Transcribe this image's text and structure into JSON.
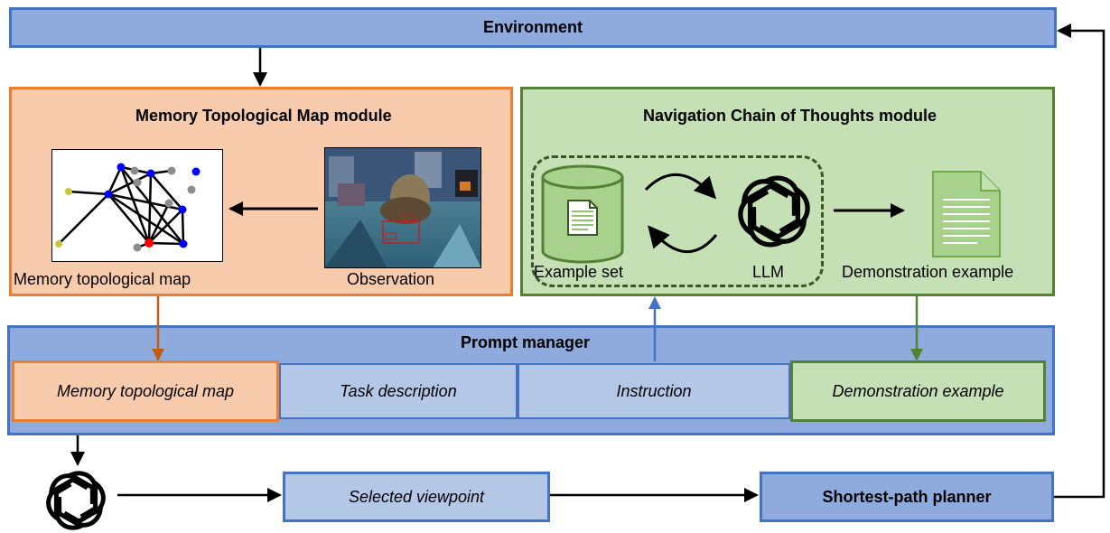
{
  "environment": {
    "label": "Environment"
  },
  "memory_module": {
    "title": "Memory Topological Map module",
    "map_caption": "Memory topological map",
    "observation_caption": "Observation"
  },
  "nav_module": {
    "title": "Navigation Chain of Thoughts module",
    "example_set_label": "Example set",
    "llm_label": "LLM",
    "demo_label": "Demonstration example"
  },
  "prompt_manager": {
    "title": "Prompt manager",
    "cells": [
      "Memory topological map",
      "Task description",
      "Instruction",
      "Demonstration example"
    ]
  },
  "bottom": {
    "selected_viewpoint": "Selected viewpoint",
    "planner": "Shortest-path planner"
  },
  "colors": {
    "blue_fill": "#8faadc",
    "blue_border": "#4472c4",
    "light_blue_fill": "#b4c7e7",
    "orange_fill": "#f8cbad",
    "orange_border": "#ed7d31",
    "orange_arrow": "#c55a11",
    "green_fill": "#c5e0b4",
    "green_border": "#548235",
    "green_icon": "#a9d18e"
  },
  "icons": [
    "openai-logo-icon",
    "database-icon",
    "document-icon",
    "cycle-arrows-icon"
  ]
}
